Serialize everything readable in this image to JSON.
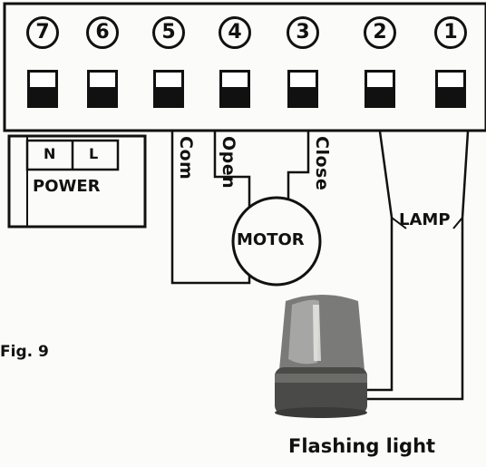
{
  "terminals": [
    {
      "number": "7"
    },
    {
      "number": "6"
    },
    {
      "number": "5"
    },
    {
      "number": "4"
    },
    {
      "number": "3"
    },
    {
      "number": "2"
    },
    {
      "number": "1"
    }
  ],
  "power": {
    "neutral": "N",
    "live": "L",
    "label": "POWER"
  },
  "motor_wires": {
    "common": "Com",
    "open": "Open",
    "close": "Close"
  },
  "motor_label": "MOTOR",
  "lamp_label": "LAMP",
  "figure_label": "Fig. 9",
  "caption": "Flashing light"
}
